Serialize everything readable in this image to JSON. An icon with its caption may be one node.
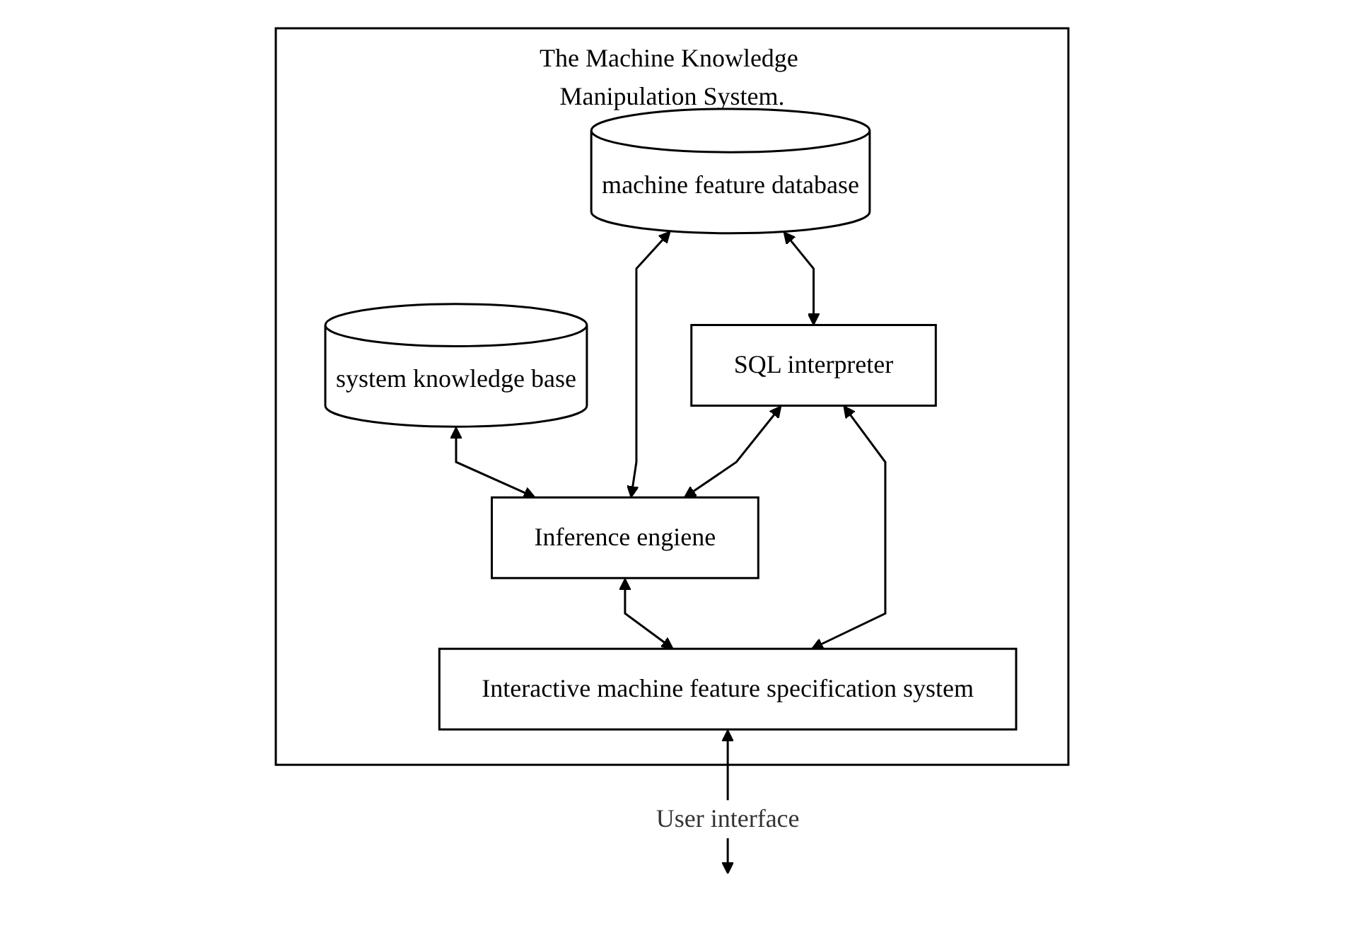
{
  "diagram": {
    "nodes": [
      {
        "text": [
          "The Machine Knowledge Manipulation System."
        ]
      },
      {
        "text": [
          "system knowledge base"
        ],
        "in": 0
      },
      {
        "text": [
          "machine feature database"
        ],
        "in": 0
      },
      {
        "text": [
          "SQL interpreter"
        ],
        "in": 0
      },
      {
        "text": [
          "Inference engiene"
        ],
        "in": 0
      },
      {
        "text": [
          "Interactive machine feature specification system"
        ],
        "in": 0
      }
    ],
    "edges": [
      {
        "from": 1,
        "to": 4,
        "arrow": "both"
      },
      {
        "from": 2,
        "to": 4,
        "arrow": "both"
      },
      {
        "from": 2,
        "to": 3,
        "arrow": "both"
      },
      {
        "from": 3,
        "to": 4,
        "arrow": "both"
      },
      {
        "from": 3,
        "to": 5,
        "arrow": "both"
      },
      {
        "from": 4,
        "to": 5,
        "arrow": "both"
      },
      {
        "from": 5,
        "to": null,
        "arrow": "both",
        "label": "User interface"
      }
    ]
  }
}
